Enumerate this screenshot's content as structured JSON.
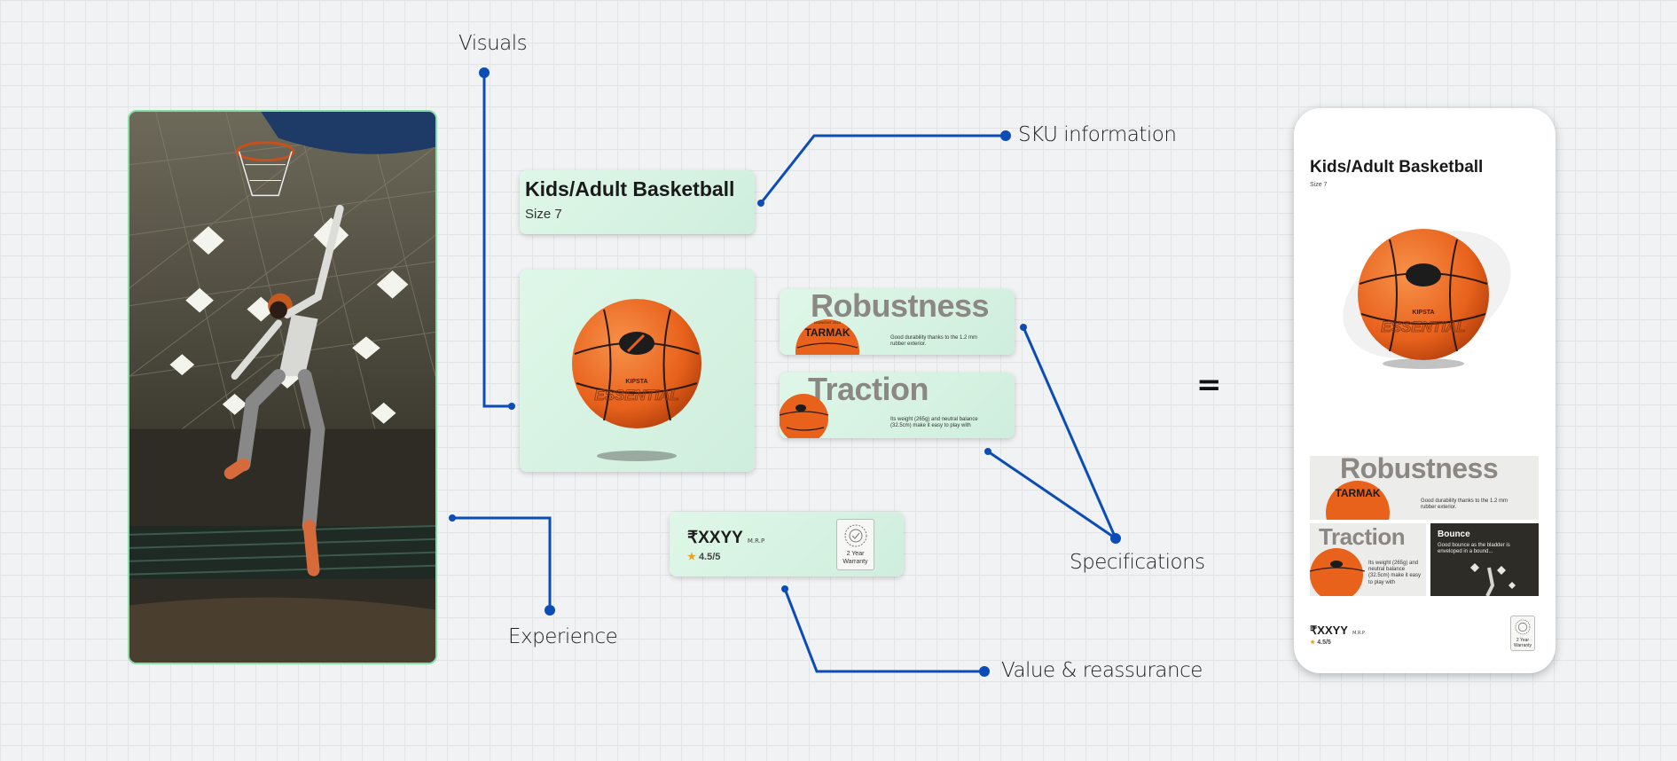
{
  "annotations": {
    "visuals": "Visuals",
    "sku_information": "SKU information",
    "specifications": "Specifications",
    "experience": "Experience",
    "value_reassurance": "Value & reassurance"
  },
  "equals": "=",
  "product": {
    "title": "Kids/Adult Basketball",
    "size": "Size 7",
    "ball_brand": "KIPSTA",
    "ball_model": "ESSENTIAL"
  },
  "specs": {
    "robustness": {
      "title": "Robustness",
      "brand": "TARMAK",
      "desc": "Good durability thanks to the 1.2 mm rubber exterior."
    },
    "traction": {
      "title": "Traction",
      "desc": "Its weight (265g) and neutral balance (32.5cm) make it easy to play with"
    },
    "bounce": {
      "title": "Bounce",
      "desc": "Good bounce as the bladder is enveloped in a bound..."
    }
  },
  "price": {
    "currency": "₹",
    "value": "XXYY",
    "mrp": "M.R.P",
    "rating": "4.5/5",
    "rating_star": "★",
    "warranty": "2 Year Warranty",
    "warranty_line1": "2 Year",
    "warranty_line2": "Warranty"
  },
  "colors": {
    "connector": "#0b4db5",
    "card_green": "#d8f4e3",
    "ball_orange": "#e8621c",
    "photo_border": "#86dea6"
  },
  "icons": [
    "connector-dot",
    "star-icon",
    "warranty-badge-icon"
  ]
}
